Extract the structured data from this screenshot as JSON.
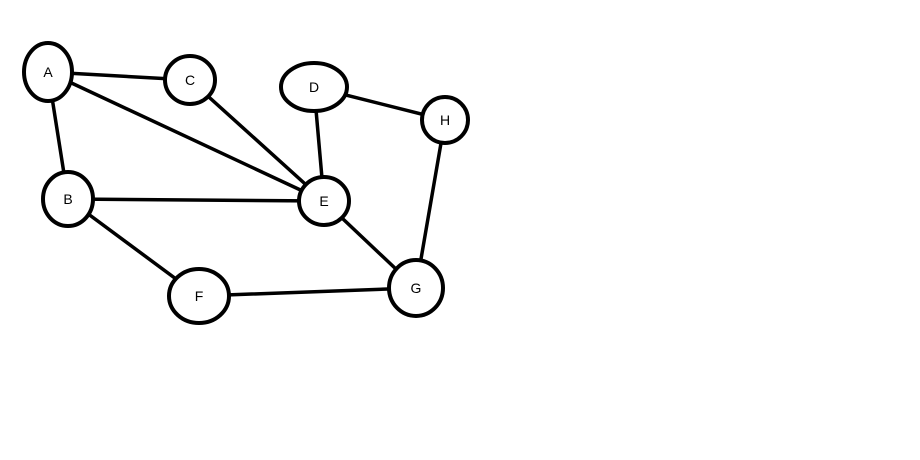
{
  "diagram": {
    "nodes": [
      {
        "id": "A",
        "label": "A"
      },
      {
        "id": "B",
        "label": "B"
      },
      {
        "id": "C",
        "label": "C"
      },
      {
        "id": "D",
        "label": "D"
      },
      {
        "id": "E",
        "label": "E"
      },
      {
        "id": "F",
        "label": "F"
      },
      {
        "id": "G",
        "label": "G"
      },
      {
        "id": "H",
        "label": "H"
      }
    ],
    "edges": [
      [
        "A",
        "C"
      ],
      [
        "A",
        "E"
      ],
      [
        "A",
        "B"
      ],
      [
        "C",
        "E"
      ],
      [
        "D",
        "E"
      ],
      [
        "D",
        "H"
      ],
      [
        "H",
        "G"
      ],
      [
        "B",
        "E"
      ],
      [
        "B",
        "F"
      ],
      [
        "F",
        "G"
      ],
      [
        "E",
        "G"
      ]
    ]
  }
}
